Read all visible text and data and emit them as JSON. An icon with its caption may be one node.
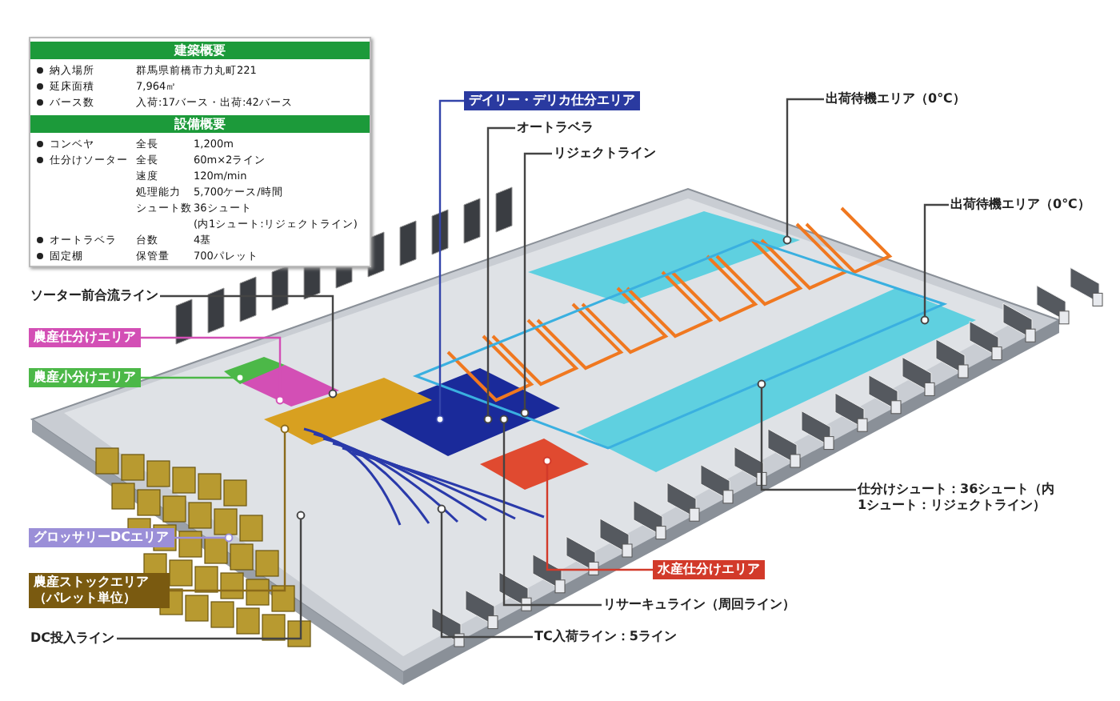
{
  "diagram": {
    "nodes": [
      {
        "text": [
          "ソーター前合流ライン"
        ]
      },
      {
        "text": [
          "農産仕分けエリア"
        ]
      },
      {
        "text": [
          "農産小分けエリア"
        ]
      },
      {
        "text": [
          "グロッサリーDCエリア"
        ]
      },
      {
        "text": [
          "農産ストックエリア（パレット単位）"
        ]
      },
      {
        "text": [
          "DC投入ライン"
        ]
      },
      {
        "text": [
          "デイリー・デリカ仕分エリア"
        ]
      },
      {
        "text": [
          "オートラベラ"
        ]
      },
      {
        "text": [
          "リジェクトライン"
        ]
      },
      {
        "text": [
          "出荷待機エリア（0℃）"
        ]
      },
      {
        "text": [
          "出荷待機エリア（0℃）"
        ]
      },
      {
        "text": [
          "仕分けシュート：36シュート（内1シュート：リジェクトライン）"
        ]
      },
      {
        "text": [
          "水産仕分けエリア"
        ]
      },
      {
        "text": [
          "リサーキュライン（周回ライン）"
        ]
      },
      {
        "text": [
          "TC入荷ライン：5ライン"
        ]
      }
    ],
    "edges": [
      {
        "from": 0,
        "to": null,
        "arrow": "other"
      },
      {
        "from": 1,
        "to": null,
        "arrow": "other",
        "color": "#d34fb5"
      },
      {
        "from": 2,
        "to": null,
        "arrow": "other",
        "color": "#4cb848"
      },
      {
        "from": 3,
        "to": null,
        "arrow": "other",
        "color": "#9b8fd8"
      },
      {
        "from": 4,
        "to": null,
        "arrow": "other",
        "color": "#8a6a1a"
      },
      {
        "from": 5,
        "to": null,
        "arrow": "other"
      },
      {
        "from": 6,
        "to": null,
        "arrow": "other",
        "color": "#3344aa"
      },
      {
        "from": 7,
        "to": null,
        "arrow": "other"
      },
      {
        "from": 8,
        "to": null,
        "arrow": "other"
      },
      {
        "from": 9,
        "to": null,
        "arrow": "other"
      },
      {
        "from": 10,
        "to": null,
        "arrow": "other"
      },
      {
        "from": 11,
        "to": null,
        "arrow": "other"
      },
      {
        "from": 12,
        "to": null,
        "arrow": "other",
        "color": "#d23a2a"
      },
      {
        "from": 13,
        "to": null,
        "arrow": "other"
      },
      {
        "from": 14,
        "to": null,
        "arrow": "other"
      }
    ],
    "labels": [
      "建築概要",
      "納入場所",
      "群馬県前橋市力丸町221",
      "延床面積",
      "7,964㎡",
      "バース数",
      "入荷:17バース・出荷:42バース",
      "設備概要",
      "コンベヤ",
      "全長",
      "1,200m",
      "仕分けソーター",
      "全長",
      "60m×2ライン",
      "速度",
      "120m/min",
      "処理能力",
      "5,700ケース/時間",
      "シュート数",
      "36シュート",
      "(内1シュート:リジェクトライン)",
      "オートラベラ",
      "台数",
      "4基",
      "固定棚",
      "保管量",
      "700パレット"
    ]
  }
}
